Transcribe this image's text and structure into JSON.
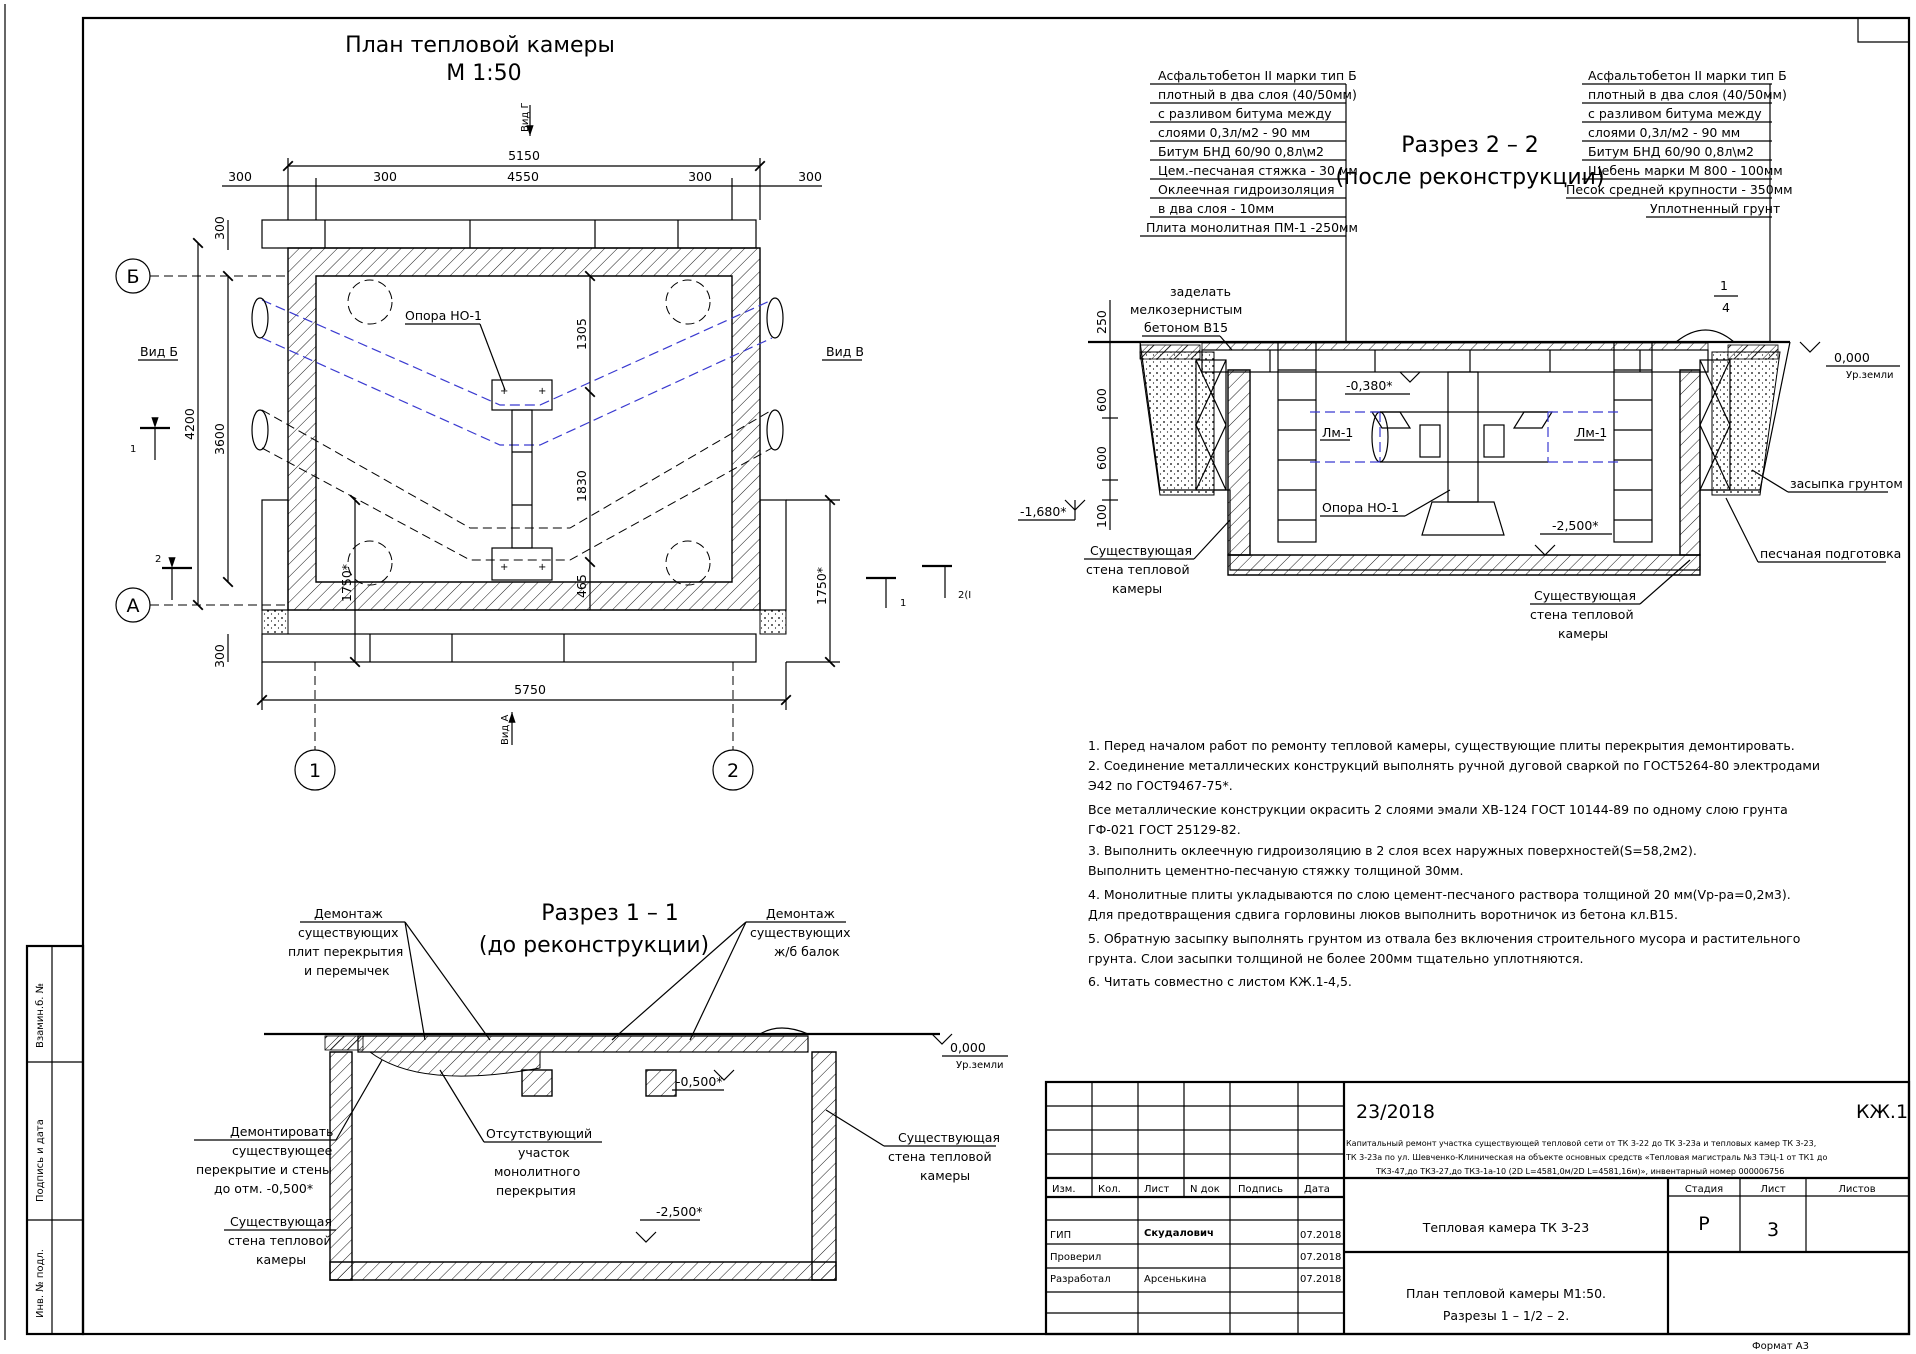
{
  "plan": {
    "title": "План тепловой камеры",
    "scale": "М 1:50",
    "view_g": "Вид Г",
    "view_b": "Вид Б",
    "view_v": "Вид В",
    "view_a": "Вид А",
    "support_label": "Опора НО-1",
    "axis_b": "Б",
    "axis_a": "А",
    "axis_1": "1",
    "axis_2": "2",
    "dim_5150": "5150",
    "dim_300_l": "300",
    "dim_300_il": "300",
    "dim_4550": "4550",
    "dim_300_ir": "300",
    "dim_300_r": "300",
    "dim_300_top": "300",
    "dim_300_bot": "300",
    "dim_4200": "4200",
    "dim_3600": "3600",
    "dim_1305": "1305",
    "dim_1830": "1830",
    "dim_465": "465",
    "dim_1750_in": "1750*",
    "dim_1750_out": "1750*",
    "dim_5750": "5750",
    "cut_1": "1",
    "cut_2": "2",
    "cut_1_right": "1",
    "cut_2_right": "2(I"
  },
  "section22": {
    "title1": "Разрез 2 – 2",
    "title2": "(после реконструкции)",
    "left_layers": [
      "Асфальтобетон II марки тип Б",
      "плотный в два слоя (40/50мм)",
      "с разливом битума между",
      "слоями 0,3л/м2        - 90 мм",
      "Битум БНД 60/90  0,8л\\м2",
      "Цем.-песчаная стяжка - 30 мм",
      "Оклеечная гидроизоляция",
      "в два слоя               - 10мм",
      "Плита монолитная ПМ-1 -250мм"
    ],
    "right_layers": [
      "Асфальтобетон II марки тип Б",
      "плотный в два слоя (40/50мм)",
      "с разливом битума между",
      "слоями 0,3л/м2        - 90 мм",
      "Битум БНД 60/90  0,8л\\м2",
      "Щебень марки М 800   - 100мм",
      "Песок средней крупности - 350мм",
      "Уплотненный грунт"
    ],
    "seal_note": [
      "заделать",
      "мелкозернистым",
      "бетоном В15"
    ],
    "dim_250": "250",
    "dim_600a": "600",
    "dim_600b": "600",
    "dim_100": "100",
    "lvl_0380": "-0,380*",
    "lvl_1680": "-1,680*",
    "lvl_2500": "-2,500*",
    "lvl_0000": "0,000",
    "ground": "Ур.земли",
    "lm_left": "Лм-1",
    "lm_right": "Лм-1",
    "support_label": "Опора НО-1",
    "backfill": "засыпка грунтом",
    "sand_prep": "песчаная подготовка",
    "wall_left": [
      "Существующая",
      "стена тепловой",
      "камеры"
    ],
    "wall_bottom": [
      "Существующая",
      "стена тепловой",
      "камеры"
    ],
    "slope_top": "1",
    "slope_bot": "4"
  },
  "notes": [
    "1. Перед началом работ по ремонту тепловой камеры, существующие плиты перекрытия демонтировать.",
    "2. Соединение металлических конструкций выполнять ручной дуговой сваркой по ГОСТ5264-80 электродами",
    "Э42 по ГОСТ9467-75*.",
    "Все металлические конструкции окрасить 2 слоями эмали ХВ-124 ГОСТ 10144-89 по одному слою грунта",
    "ГФ-021 ГОСТ 25129-82.",
    "3. Выполнить оклеечную гидроизоляцию в 2 слоя всех наружных поверхностей(S=58,2м2).",
    "Выполнить цементно-песчаную стяжку толщиной 30мм.",
    "4. Монолитные плиты укладываются по слою цемент-песчаного раствора толщиной 20 мм(Vр-ра=0,2м3).",
    " Для предотвращения сдвига горловины люков выполнить воротничок из бетона кл.В15.",
    "5. Обратную засыпку выполнять грунтом из отвала без включения строительного мусора и растительного",
    "грунта. Слои засыпки толщиной не более 200мм тщательно уплотняются.",
    "6. Читать совместно с листом КЖ.1-4,5."
  ],
  "section11": {
    "title1": "Разрез 1 – 1",
    "title2": "(до реконструкции)",
    "demo_slabs": [
      "Демонтаж",
      "существующих",
      "плит перекрытия",
      "и перемычек"
    ],
    "demo_beams": [
      "Демонтаж",
      "существующих",
      "ж/б балок"
    ],
    "demo_walls": [
      "Демонтировать",
      "существующее",
      "перекрытие и стены",
      "до отм. -0,500*"
    ],
    "missing": [
      "Отсутствующий",
      "участок",
      "монолитного",
      "перекрытия"
    ],
    "wall_left": [
      "Существующая",
      "стена тепловой",
      "камеры"
    ],
    "wall_right": [
      "Существующая",
      "стена тепловой",
      "камеры"
    ],
    "lvl_0000": "0,000",
    "ground": "Ур.земли",
    "lvl_0500": "-0,500*",
    "lvl_2500": "-2,500*"
  },
  "side_stamp": {
    "inv": "Взамин.б. №",
    "sign": "Подпись и дата",
    "inv_orig": "Инв. № подл."
  },
  "title_block": {
    "code": "23/2018",
    "mark": "КЖ.1",
    "description": [
      "Капитальный ремонт участка существующей тепловой сети от ТК 3-22 до ТК 3-23а и тепловых камер ТК 3-23,",
      "ТК 3-23а по ул. Шевченко-Клиническая  на объекте основных средств «Тепловая магистраль №3 ТЭЦ-1 от ТК1 до",
      "ТК3-47,до ТК3-27,до ТК3-1а-10 (2D L=4581,0м/2D L=4581,16м)», инвентарный номер 000006756"
    ],
    "headers": {
      "izm": "Изм.",
      "kol": "Кол.",
      "list": "Лист",
      "ndok": "N док",
      "podpis": "Подпись",
      "data": "Дата"
    },
    "roles": [
      {
        "role": "ГИП",
        "name": "Скудалович",
        "date": "07.2018"
      },
      {
        "role": "Проверил",
        "name": "",
        "date": "07.2018"
      },
      {
        "role": "Разработал",
        "name": "Арсенькина",
        "date": "07.2018"
      }
    ],
    "object": "Тепловая камера ТК 3-23",
    "stage_label": "Стадия",
    "sheet_label": "Лист",
    "sheets_label": "Листов",
    "stage": "Р",
    "sheet": "3",
    "drawing_title1": "План тепловой камеры М1:50.",
    "drawing_title2": "Разрезы 1 – 1/2 – 2.",
    "format": "Формат А3"
  }
}
